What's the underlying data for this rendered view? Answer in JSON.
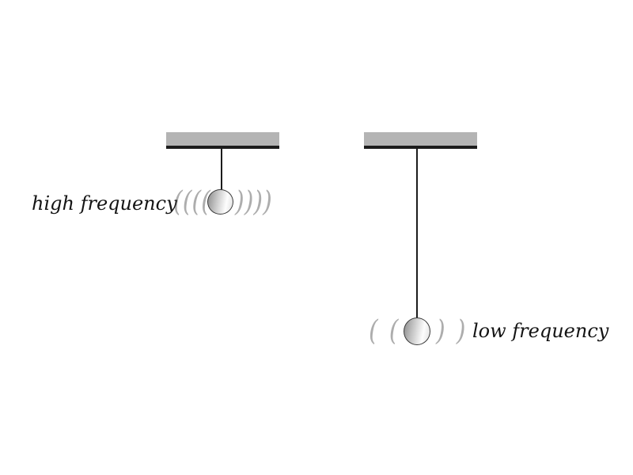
{
  "pendulums": [
    {
      "id": "high-frequency",
      "label": "high frequency",
      "vibration_left": "((((",
      "vibration_right": "))))"
    },
    {
      "id": "low-frequency",
      "label": "low frequency",
      "vibration_left": "((",
      "vibration_right": "))"
    }
  ],
  "colors": {
    "background": "#ffffff",
    "ceiling_bar_fill": "#b4b4b4",
    "ceiling_bar_edge": "#1c1c1c",
    "string": "#1c1c1c",
    "bob_outline": "#3c3c3c",
    "bob_shade_dark": "#8f8f8f",
    "bob_shade_light": "#fdfdfd",
    "vibration_marks": "#adadad",
    "label_text": "#141414"
  }
}
